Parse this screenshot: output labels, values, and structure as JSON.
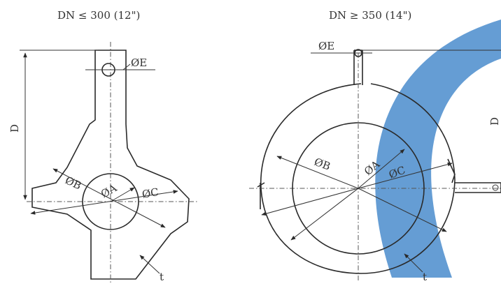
{
  "left_view": {
    "title": "DN ≤ 300 (12\")",
    "labels": {
      "E": "ØE",
      "D": "D",
      "B": "ØB",
      "A": "ØA",
      "C": "ØC",
      "t": "t"
    }
  },
  "right_view": {
    "title": "DN ≥ 350 (14\")",
    "labels": {
      "E": "ØE",
      "D": "D",
      "B": "ØB",
      "A": "ØA",
      "C": "ØC",
      "t": "t"
    }
  },
  "colors": {
    "line": "#2a2a2a",
    "watermark": "#3f84c9"
  }
}
